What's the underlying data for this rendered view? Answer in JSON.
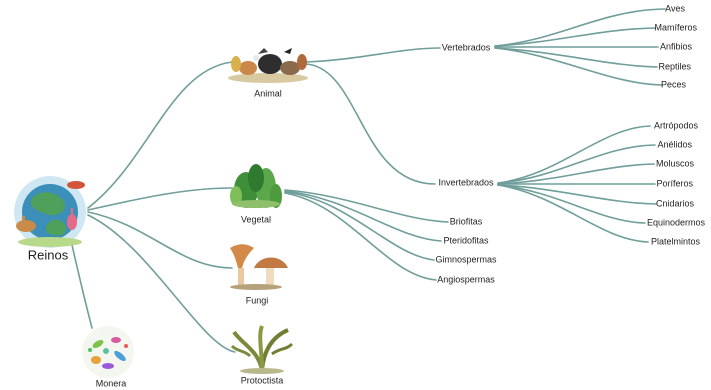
{
  "root": {
    "label": "Reinos",
    "icon": "earth-animals-illustration",
    "image_color": "#3b8f5e"
  },
  "kingdoms": [
    {
      "id": "animal",
      "label": "Animal",
      "icon": "animal-herd-illustration",
      "image_color": "#4a4a3a"
    },
    {
      "id": "vegetal",
      "label": "Vegetal",
      "icon": "plants-illustration",
      "image_color": "#3f8f3a"
    },
    {
      "id": "fungi",
      "label": "Fungi",
      "icon": "mushrooms-illustration",
      "image_color": "#c9874a"
    },
    {
      "id": "monera",
      "label": "Monera",
      "icon": "bacteria-illustration",
      "image_color": "#7fc24a"
    },
    {
      "id": "protoctista",
      "label": "Protoctista",
      "icon": "algae-illustration",
      "image_color": "#7a8a3a"
    }
  ],
  "animal_groups": [
    {
      "id": "vertebrados",
      "label": "Vertebrados",
      "children": [
        "Aves",
        "Mamíferos",
        "Anfibios",
        "Reptiles",
        "Peces"
      ]
    },
    {
      "id": "invertebrados",
      "label": "Invertebrados",
      "children": [
        "Artrópodos",
        "Anélidos",
        "Moluscos",
        "Poríferos",
        "Cnidarios",
        "Equinodermos",
        "Platelmintos"
      ]
    }
  ],
  "vegetal_children": [
    "Briofitas",
    "Pteridofitas",
    "Gimnospermas",
    "Angiospermas"
  ],
  "colors": {
    "link": "#6f9e9b",
    "text": "#1f1f1f",
    "background": "#ffffff"
  }
}
